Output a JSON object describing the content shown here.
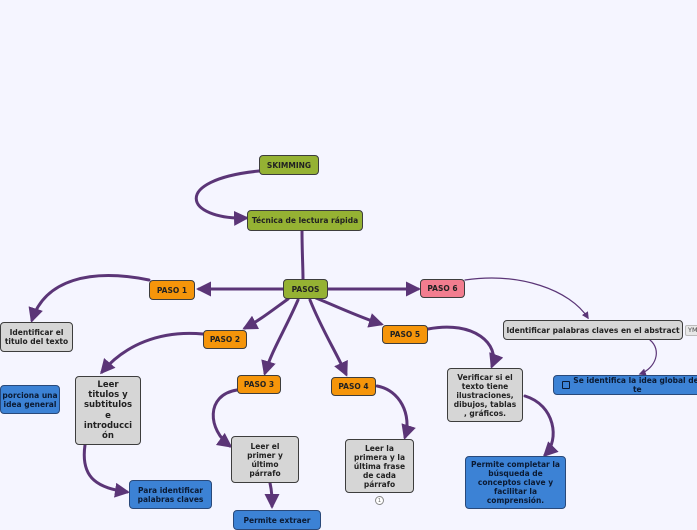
{
  "diagram": {
    "nodes": {
      "skimming": "SKIMMING",
      "tecnica": "Técnica de lectura rápida",
      "pasos": "PASOS",
      "paso1": "PASO 1",
      "paso2": "PASO 2",
      "paso3": "PASO 3",
      "paso4": "PASO 4",
      "paso5": "PASO 5",
      "paso6": "PASO 6",
      "identificar_titulo": "Identificar el\ntitulo del texto",
      "proporciona": "porciona una\nidea general",
      "leer_titulos": "Leer\ntitulos y\nsubtitulos\ne\nintroducci\nón",
      "para_identificar": "Para identificar\npalabras claves",
      "leer_primer": "Leer el\nprimer y\núltimo\npárrafo",
      "permite_extraer": "Permite extraer",
      "leer_primera": "Leer la\nprimera y la\núltima frase\nde cada\npárrafo",
      "verificar": "Verificar si el\ntexto tiene\nilustraciones,\ndibujos, tablas\n, gráficos.",
      "permite_completar": "Permite completar la\nbúsqueda de\nconceptos clave y\nfacilitar la\ncomprensión.",
      "identificar_palabras": "Identificar palabras  claves en el abstract",
      "se_identifica": "Se identifica la idea global del te"
    },
    "tag_label": "YM",
    "badge_label": "1"
  },
  "colors": {
    "link": "#5b3577",
    "green": "#95b233",
    "orange": "#f5950a",
    "pink": "#f27d8f",
    "gray": "#d6d6d6",
    "blue": "#3c82d5"
  }
}
